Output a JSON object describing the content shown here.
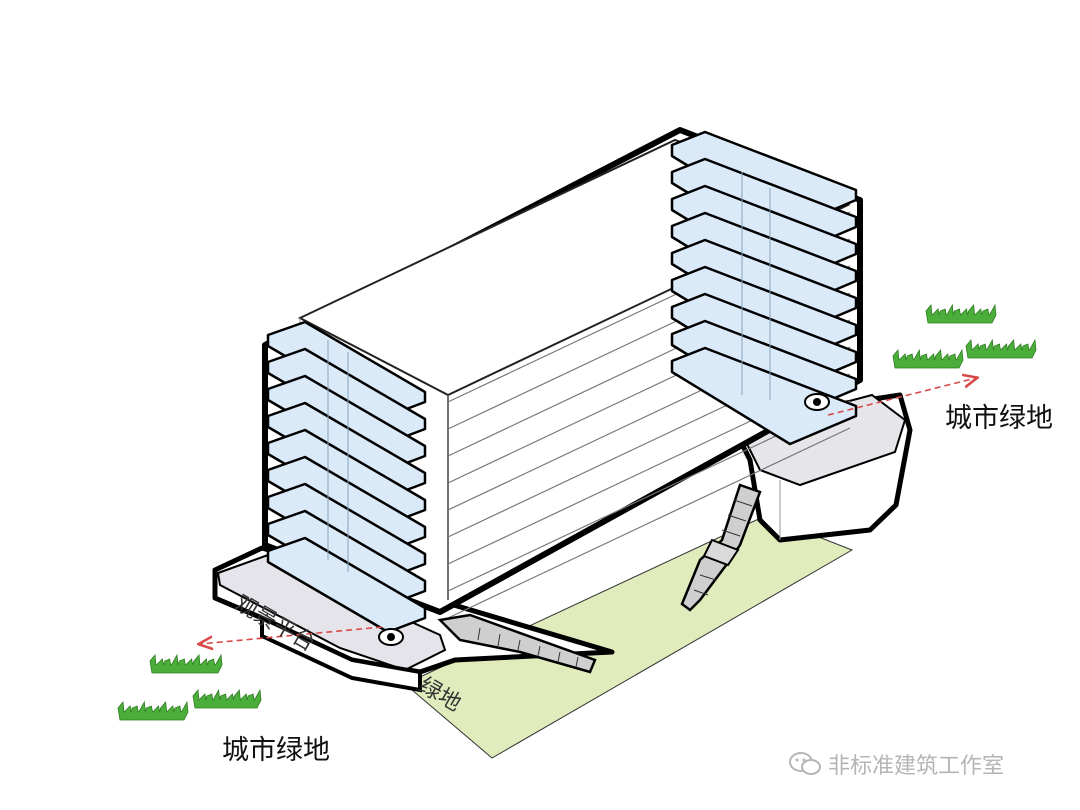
{
  "diagram": {
    "labels": {
      "viewing_platform": "观景平台",
      "green_space": "绿地",
      "city_green_right": "城市绿地",
      "city_green_left": "城市绿地"
    },
    "watermark": "非标准建筑工作室",
    "floors": 9,
    "colors": {
      "outline": "#000000",
      "glass": "#dbeaf8",
      "green_field": "#e1ecbd",
      "grass": "#4cae3a",
      "arrow": "#d84a4a"
    }
  }
}
